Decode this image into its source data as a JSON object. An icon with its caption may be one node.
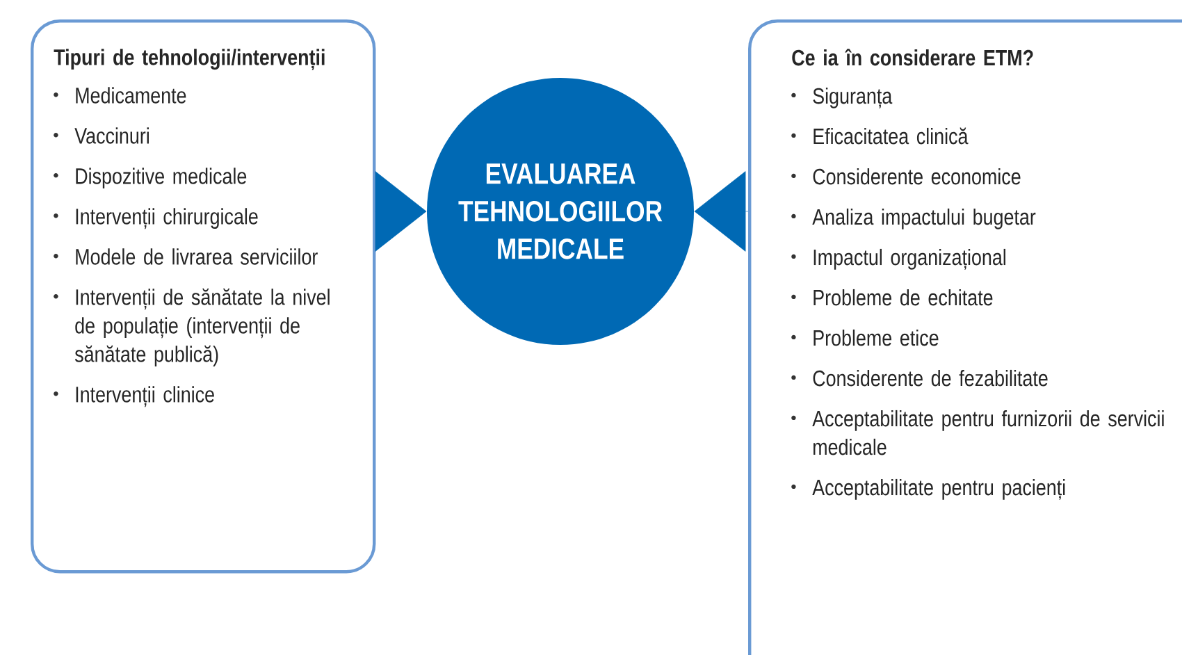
{
  "diagram": {
    "nodes": [
      {
        "text": [
          "Tipuri de tehnologii/intervenții",
          "Medicamente",
          "Vaccinuri",
          "Dispozitive medicale",
          "Intervenții chirurgicale",
          "Modele de livrarea serviciilor",
          "Intervenții de sănătate la nivel de populație (intervenții de sănătate publică)",
          "Intervenții clinice"
        ]
      },
      {
        "text": [
          "EVALUAREA TEHNOLOGIILOR MEDICALE"
        ]
      },
      {
        "text": [
          "Ce ia în considerare ETM?",
          "Siguranța",
          "Eficacitatea clinică",
          "Considerente economice",
          "Analiza impactului bugetar",
          "Impactul organizațional",
          "Probleme de echitate",
          "Probleme etice",
          "Considerente de fezabilitate",
          "Acceptabilitate pentru furnizorii de servicii medicale",
          "Acceptabilitate pentru pacienți"
        ]
      }
    ],
    "edges": [
      {
        "from": 0,
        "to": 1,
        "arrow": "to"
      },
      {
        "from": 2,
        "to": 1,
        "arrow": "to"
      }
    ]
  }
}
